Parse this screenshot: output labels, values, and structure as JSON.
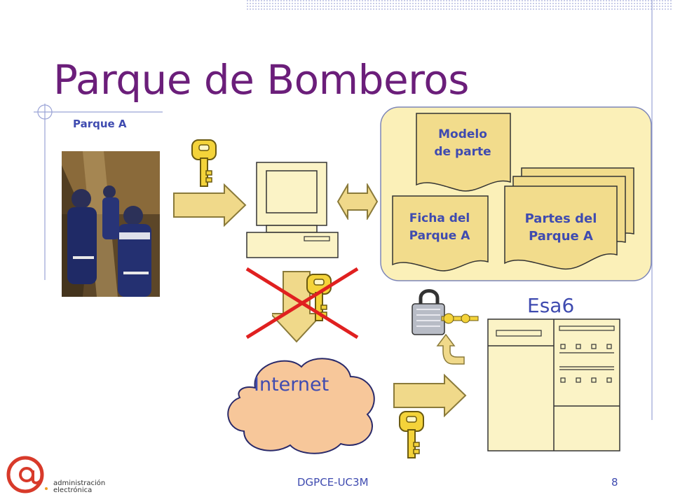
{
  "slide": {
    "title": "Parque de Bomberos",
    "parque_label": "Parque A",
    "doc_modelo": [
      "Modelo",
      "de parte"
    ],
    "doc_ficha": [
      "Ficha del",
      "Parque A"
    ],
    "doc_partes": [
      "Partes del",
      "Parque A"
    ],
    "server_label": "Esa6",
    "cloud_label": "Internet",
    "footer_center": "DGPCE-UC3M",
    "page_number": "8",
    "logo_text": [
      "administración",
      "electrónica"
    ]
  },
  "colors": {
    "title": "#6b1e7a",
    "text": "#3f4bb0",
    "arrow_fill": "#f0d98a",
    "doc_fill": "#f2dc8c",
    "panel_fill": "#fbf0b8",
    "cloud_fill": "#f7c79a",
    "key_fill": "#f4d33a",
    "cross": "#e02020"
  },
  "icons": [
    "firefighters-photo",
    "key-icon",
    "computer-icon",
    "padlock-icon",
    "cloud-icon",
    "server-icon",
    "cross-icon"
  ]
}
